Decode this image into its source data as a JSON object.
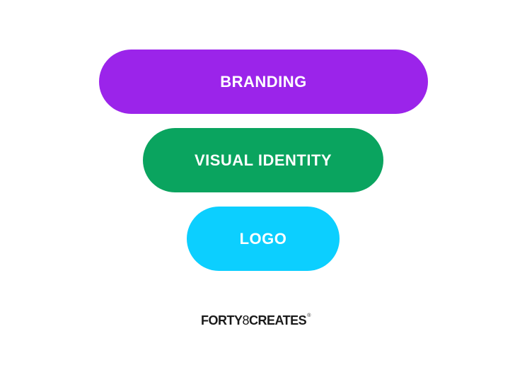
{
  "layers": [
    {
      "id": "branding",
      "label": "BRANDING",
      "color": "#9b24ea"
    },
    {
      "id": "visual_identity",
      "label": "VISUAL IDENTITY",
      "color": "#0aa45f"
    },
    {
      "id": "logo",
      "label": "LOGO",
      "color": "#0ccfff"
    }
  ],
  "brand": {
    "part1": "FORTY",
    "part2": "8",
    "part3": "CREATES",
    "mark": "®"
  }
}
